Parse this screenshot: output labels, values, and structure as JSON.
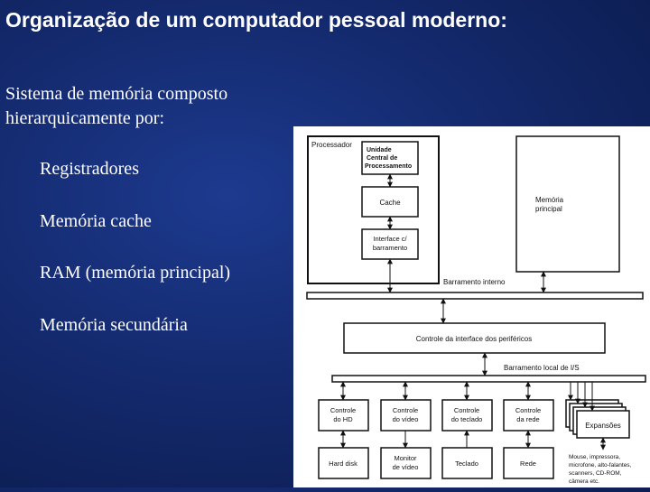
{
  "slide": {
    "title": "Organização de um computador pessoal moderno:",
    "intro_line1": "Sistema de memória composto",
    "intro_line2": "hierarquicamente por:",
    "items": [
      "Registradores",
      "Memória cache",
      "RAM (memória principal)",
      "Memória secundária"
    ]
  },
  "diagram": {
    "processador": "Processador",
    "ucp_line1": "Unidade",
    "ucp_line2": "Central de",
    "ucp_line3": "Processamento",
    "cache": "Cache",
    "interface_line1": "Interface c/",
    "interface_line2": "barramento",
    "memoria_line1": "Memória",
    "memoria_line2": "principal",
    "barramento_interno": "Barramento interno",
    "controle_interface": "Controle da interface dos periféricos",
    "barramento_local": "Barramento local de I/S",
    "controle_hd_1": "Controle",
    "controle_hd_2": "do HD",
    "controle_video_1": "Controle",
    "controle_video_2": "do vídeo",
    "controle_teclado_1": "Controle",
    "controle_teclado_2": "do teclado",
    "controle_rede_1": "Controle",
    "controle_rede_2": "da rede",
    "expansoes": "Expansões",
    "hard_disk": "Hard disk",
    "monitor_1": "Monitor",
    "monitor_2": "de vídeo",
    "teclado": "Teclado",
    "rede": "Rede",
    "perifericos_1": "Mouse, impressora,",
    "perifericos_2": "microfone, alto-falantes,",
    "perifericos_3": "scanners, CD-ROM,",
    "perifericos_4": "câmera etc."
  }
}
